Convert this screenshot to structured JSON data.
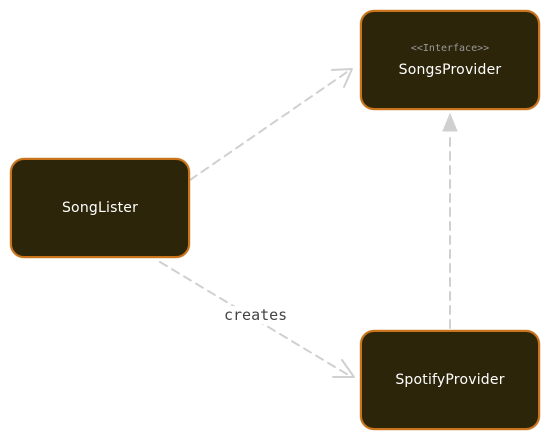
{
  "nodes": {
    "songlister": {
      "label": "SongLister"
    },
    "songsprovider": {
      "stereotype": "<<Interface>>",
      "label": "SongsProvider"
    },
    "spotifyprovider": {
      "label": "SpotifyProvider"
    }
  },
  "edges": {
    "creates_label": "creates"
  },
  "colors": {
    "node_fill": "#2c2509",
    "node_border": "#c9741a",
    "edge": "#d0d0d0",
    "text": "#ffffff",
    "stereotype": "#9a9a9a"
  }
}
